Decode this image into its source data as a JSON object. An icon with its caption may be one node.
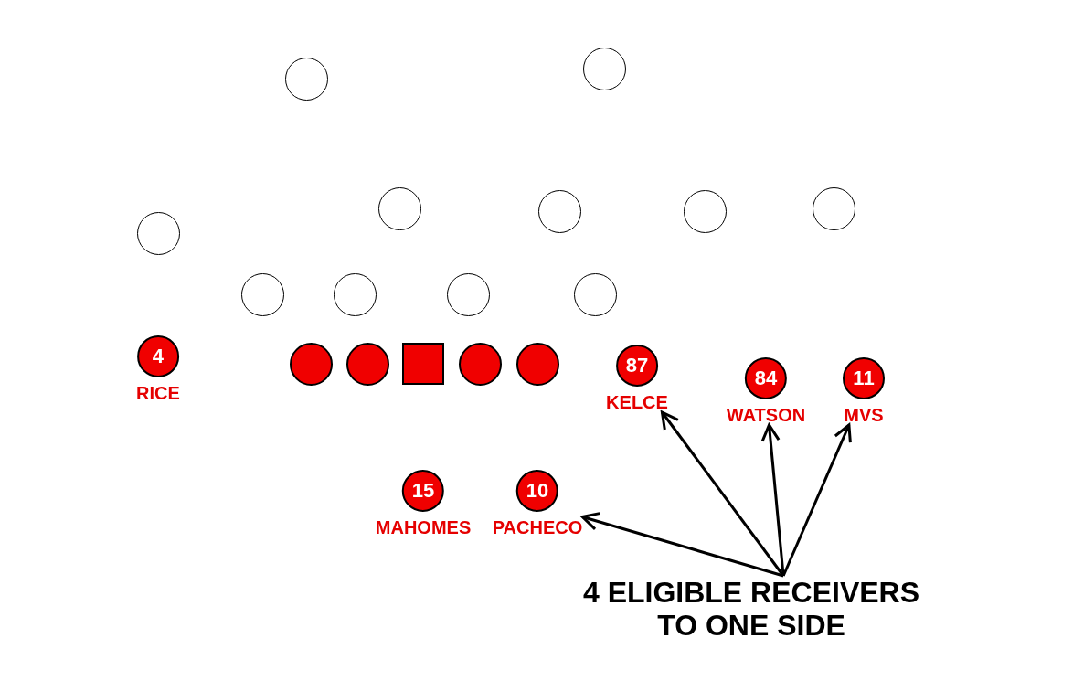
{
  "diagram": {
    "nodes": [
      {
        "text": [],
        "shape": "circle"
      },
      {
        "text": [],
        "shape": "circle"
      },
      {
        "text": [],
        "shape": "circle"
      },
      {
        "text": [],
        "shape": "circle"
      },
      {
        "text": [],
        "shape": "circle"
      },
      {
        "text": [],
        "shape": "circle"
      },
      {
        "text": [],
        "shape": "circle"
      },
      {
        "text": [],
        "shape": "circle"
      },
      {
        "text": [],
        "shape": "circle"
      },
      {
        "text": [],
        "shape": "circle"
      },
      {
        "text": [],
        "shape": "circle"
      },
      {
        "text": [
          "4"
        ],
        "beside": [
          "RICE"
        ]
      },
      {
        "text": [],
        "shape": "circle"
      },
      {
        "text": [],
        "shape": "circle"
      },
      {
        "text": [],
        "shape": "box"
      },
      {
        "text": [],
        "shape": "circle"
      },
      {
        "text": [],
        "shape": "circle"
      },
      {
        "text": [
          "87"
        ],
        "beside": [
          "KELCE"
        ]
      },
      {
        "text": [
          "84"
        ],
        "beside": [
          "WATSON"
        ]
      },
      {
        "text": [
          "11"
        ],
        "beside": [
          "MVS"
        ]
      },
      {
        "text": [
          "15"
        ],
        "beside": [
          "MAHOMES"
        ]
      },
      {
        "text": [
          "10"
        ],
        "beside": [
          "PACHECO"
        ]
      },
      {
        "text": [
          "4 ELIGIBLE RECEIVERS TO ONE SIDE"
        ]
      }
    ],
    "edges": [
      {
        "from": 22,
        "to": 21,
        "arrow": "to"
      },
      {
        "from": 22,
        "to": 17,
        "arrow": "to"
      },
      {
        "from": 22,
        "to": 18,
        "arrow": "to"
      },
      {
        "from": 22,
        "to": 19,
        "arrow": "to"
      }
    ]
  }
}
